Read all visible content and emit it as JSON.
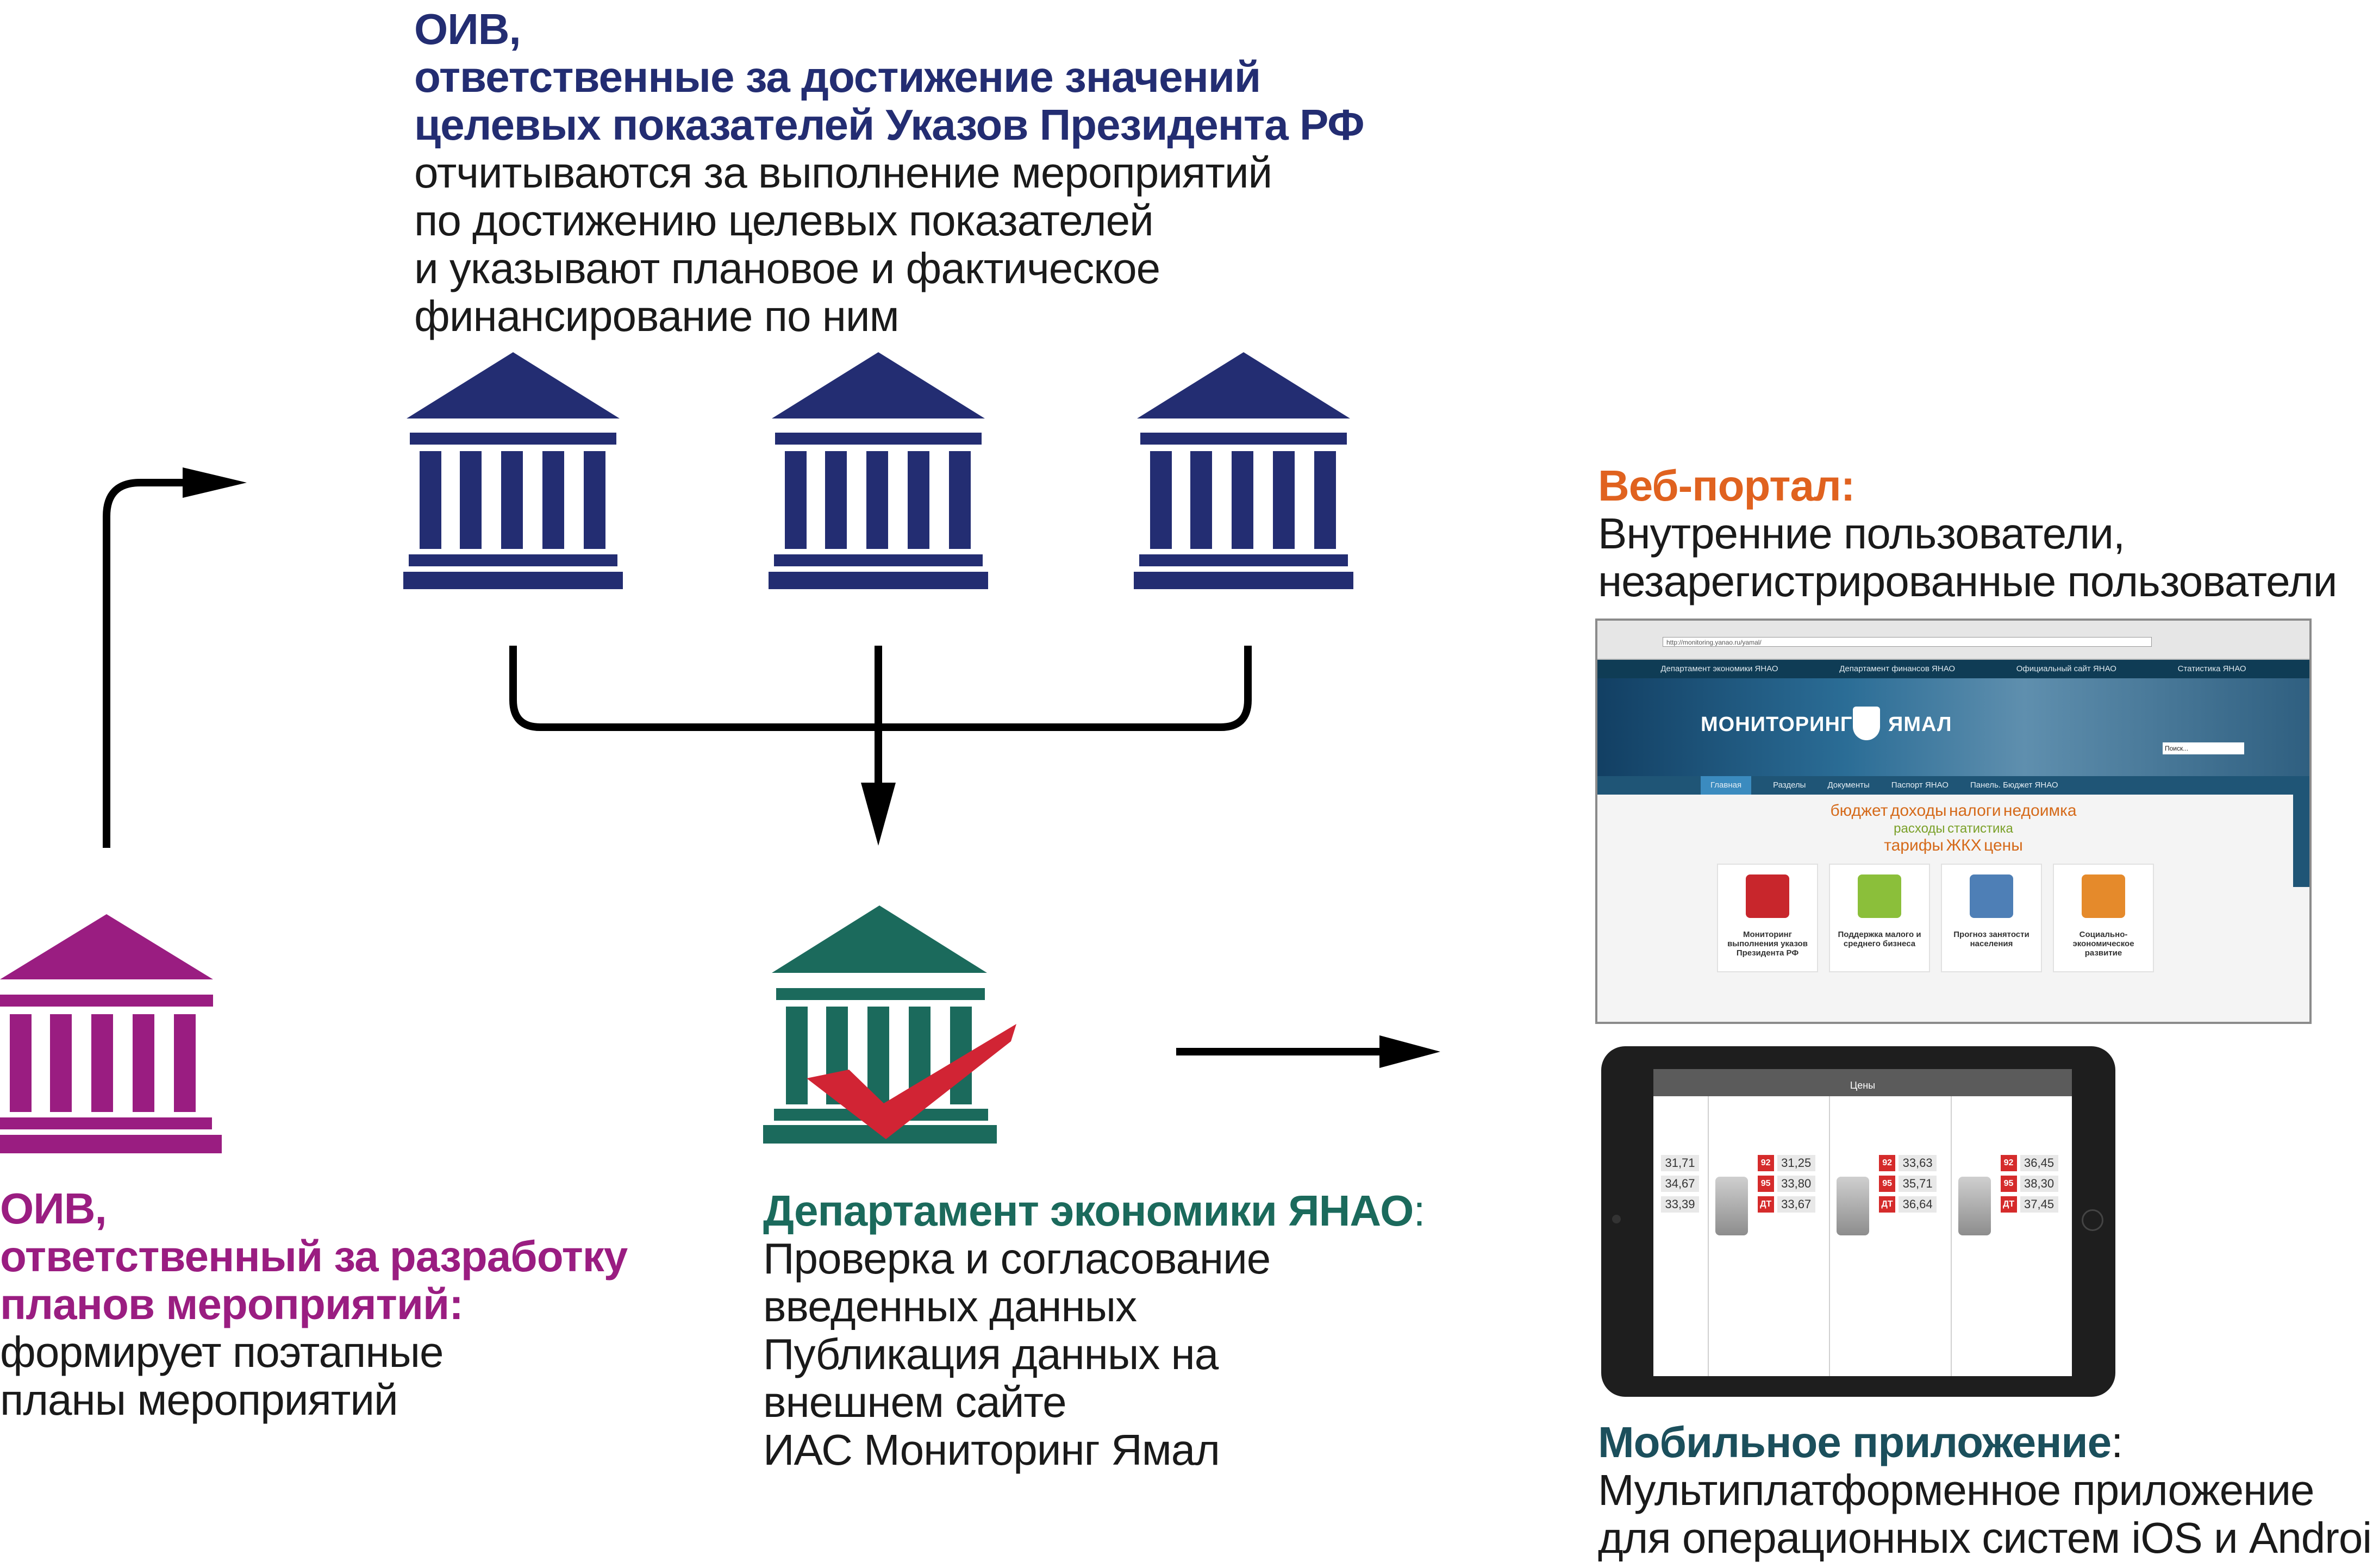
{
  "top_block": {
    "lines_bold": [
      "ОИВ,",
      "ответственные за достижение значений",
      "целевых показателей Указов Президента РФ"
    ],
    "lines_regular": [
      "отчитываются за выполнение мероприятий",
      "по достижению целевых показателей",
      "и указывают плановое и фактическое",
      "финансирование по ним"
    ]
  },
  "left_block": {
    "lines_bold": [
      "ОИВ,",
      "ответственный за разработку",
      "планов мероприятий:"
    ],
    "lines_regular": [
      "формирует поэтапные",
      "планы мероприятий"
    ]
  },
  "center_block": {
    "title": "Департамент экономики ЯНАО",
    "title_suffix": ":",
    "lines_regular": [
      "Проверка и согласование",
      "введенных данных",
      "Публикация данных на",
      "внешнем сайте",
      "ИАС Мониторинг Ямал"
    ]
  },
  "web_block": {
    "title": "Веб-портал:",
    "lines_regular": [
      "Внутренние пользователи,",
      "незарегистрированные пользователи"
    ]
  },
  "mobile_block": {
    "title": "Мобильное приложение",
    "title_suffix": ":",
    "lines_regular": [
      "Мультиплатформенное приложение",
      "для операционных систем iOS и Android"
    ]
  },
  "portal": {
    "url": "http://monitoring.yanao.ru/yamal/",
    "topnav": [
      "Департамент экономики ЯНАО",
      "Департамент финансов ЯНАО",
      "Официальный сайт ЯНАО",
      "Статистика ЯНАО"
    ],
    "brand_left": "МОНИТОРИНГ",
    "brand_right": "ЯМАЛ",
    "search_placeholder": "Поиск...",
    "menu": [
      "Главная",
      "Разделы",
      "Документы",
      "Паспорт ЯНАО",
      "Панель. Бюджет ЯНАО"
    ],
    "tags_big": [
      "бюджет",
      "доходы",
      "налоги",
      "недоимка",
      "тарифы",
      "ЖКХ",
      "цены"
    ],
    "tags_mid": [
      "расходы",
      "статистика"
    ],
    "cards": [
      "Мониторинг выполнения указов Президента РФ",
      "Поддержка малого и среднего бизнеса",
      "Прогноз занятости населения",
      "Социально-экономическое развитие"
    ]
  },
  "tablet": {
    "title": "Цены",
    "columns": [
      {
        "rows": [
          [
            "",
            "31,71"
          ],
          [
            "",
            "34,67"
          ],
          [
            "",
            "33,39"
          ]
        ]
      },
      {
        "rows": [
          [
            "92",
            "31,25"
          ],
          [
            "95",
            "33,80"
          ],
          [
            "ДТ",
            "33,67"
          ]
        ]
      },
      {
        "rows": [
          [
            "92",
            "33,63"
          ],
          [
            "95",
            "35,71"
          ],
          [
            "ДТ",
            "36,64"
          ]
        ]
      },
      {
        "rows": [
          [
            "92",
            "36,45"
          ],
          [
            "95",
            "38,30"
          ],
          [
            "ДТ",
            "37,45"
          ]
        ]
      }
    ]
  },
  "colors": {
    "navy": "#232d72",
    "purple": "#9a1d81",
    "green": "#1b6a5c",
    "check_red": "#d12434",
    "orange": "#e0621f",
    "teal": "#1b4f5c"
  },
  "icons": [
    "government-building-icon",
    "check-mark-icon",
    "arrow-icon"
  ]
}
